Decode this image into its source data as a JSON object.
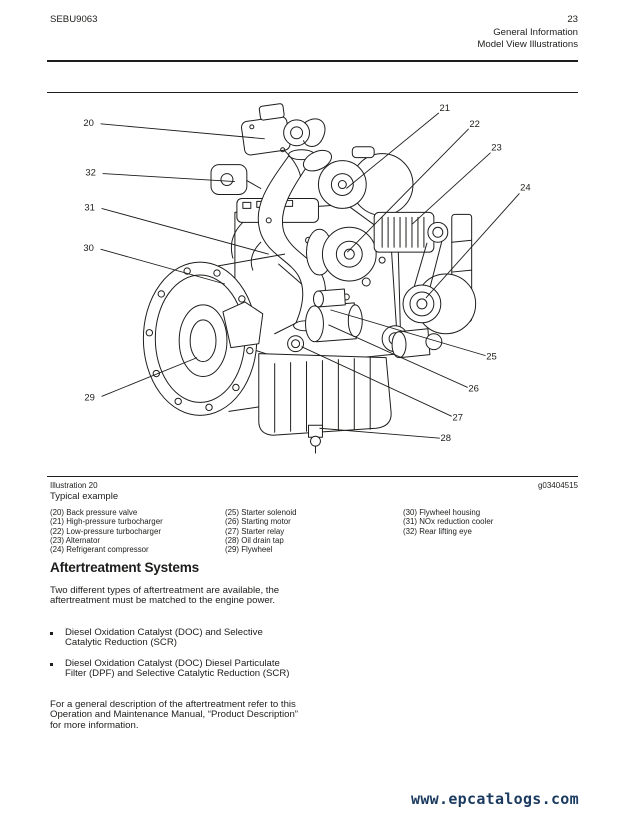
{
  "page": {
    "doc_number": "SEBU9063",
    "page_number": "23",
    "section": "General Information",
    "subsection": "Model View Illustrations",
    "ink_color": "#1d1d1b"
  },
  "illustration": {
    "caption": "Illustration 20",
    "figure_id": "g03404515",
    "subcaption": "Typical example",
    "callouts": [
      {
        "n": "20",
        "label": [
          41,
          33
        ],
        "line": [
          53,
          31,
          218,
          46
        ]
      },
      {
        "n": "32",
        "label": [
          43,
          83
        ],
        "line": [
          55,
          81,
          188,
          89
        ]
      },
      {
        "n": "31",
        "label": [
          42,
          118
        ],
        "line": [
          54,
          116,
          222,
          162
        ]
      },
      {
        "n": "30",
        "label": [
          41,
          159
        ],
        "line": [
          53,
          157,
          178,
          192
        ]
      },
      {
        "n": "29",
        "label": [
          42,
          309
        ],
        "line": [
          54,
          305,
          150,
          266
        ]
      },
      {
        "n": "21",
        "label": [
          399,
          18
        ],
        "line": [
          393,
          20,
          300,
          96
        ]
      },
      {
        "n": "22",
        "label": [
          429,
          34
        ],
        "line": [
          423,
          36,
          301,
          160
        ]
      },
      {
        "n": "23",
        "label": [
          451,
          58
        ],
        "line": [
          445,
          60,
          366,
          132
        ]
      },
      {
        "n": "24",
        "label": [
          480,
          98
        ],
        "line": [
          474,
          101,
          380,
          206
        ]
      },
      {
        "n": "25",
        "label": [
          446,
          268
        ],
        "line": [
          440,
          264,
          284,
          218
        ]
      },
      {
        "n": "26",
        "label": [
          428,
          300
        ],
        "line": [
          422,
          296,
          282,
          233
        ]
      },
      {
        "n": "27",
        "label": [
          412,
          329
        ],
        "line": [
          406,
          325,
          255,
          255
        ]
      },
      {
        "n": "28",
        "label": [
          400,
          350
        ],
        "line": [
          394,
          347,
          273,
          337
        ]
      }
    ]
  },
  "legend": {
    "columns": [
      [
        "(20) Back pressure valve",
        "(21) High-pressure turbocharger",
        "(22) Low-pressure turbocharger",
        "(23) Alternator",
        "(24) Refrigerant compressor"
      ],
      [
        "(25) Starter solenoid",
        "(26) Starting motor",
        "(27) Starter relay",
        "(28) Oil drain tap",
        "(29) Flywheel"
      ],
      [
        "(30) Flywheel housing",
        "(31) NOx reduction cooler",
        "(32) Rear lifting eye"
      ]
    ]
  },
  "aftertreatment": {
    "heading": "Aftertreatment Systems",
    "intro": "Two different types of aftertreatment are available, the aftertreatment must be matched to the engine power.",
    "bullets": [
      "Diesel Oxidation Catalyst (DOC) and Selective Catalytic Reduction (SCR)",
      "Diesel Oxidation Catalyst (DOC) Diesel Particulate Filter (DPF) and Selective Catalytic Reduction (SCR)"
    ],
    "outro": "For a general description of the aftertreatment refer to this Operation and Maintenance Manual, “Product Description” for more information."
  },
  "footer": {
    "watermark": "www.epcatalogs.com",
    "watermark_color": "#1a3a5f"
  }
}
